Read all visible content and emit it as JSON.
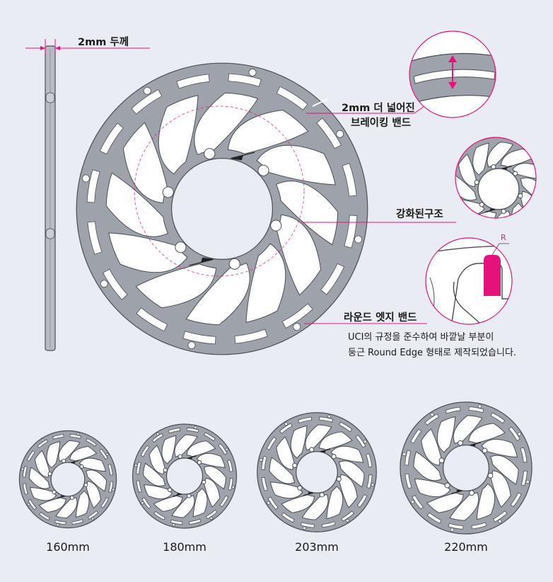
{
  "colors": {
    "accent": "#e6127c",
    "rotor_fill": "#9da2ab",
    "rotor_stroke": "#4a4e57",
    "background": "#e9ecf3"
  },
  "callouts": {
    "thickness": "2mm 두께",
    "braking_band_line1": "2mm 더 넓어진",
    "braking_band_line2": "브레이킹 밴드",
    "reinforced": "강화된구조",
    "round_edge": "라운드 엣지 밴드",
    "round_edge_note_line1": "UCI의 규정을 준수하여 바깥날 부분이",
    "round_edge_note_line2": "둥근 Round Edge 형태로 제작되었습니다.",
    "radius_marker": "R"
  },
  "sizes": [
    {
      "label": "160mm"
    },
    {
      "label": "180mm"
    },
    {
      "label": "203mm"
    },
    {
      "label": "220mm"
    }
  ]
}
